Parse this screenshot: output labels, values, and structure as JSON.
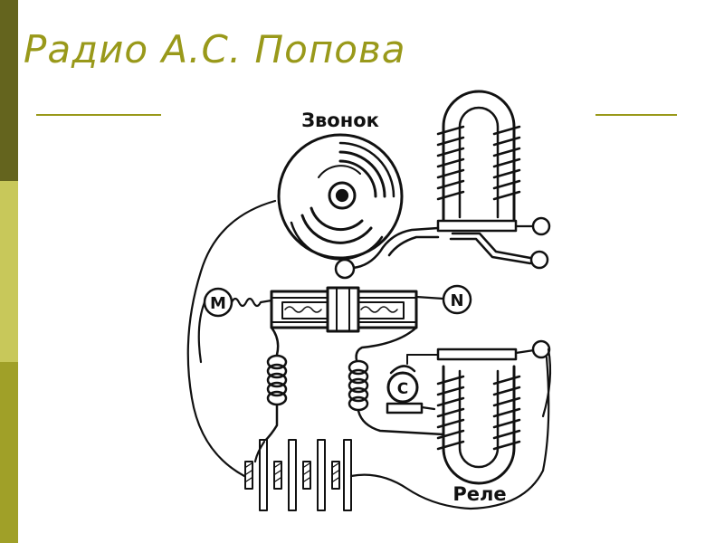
{
  "title": "Радио А.С. Попова",
  "labels": {
    "bell": "Звонок",
    "relay": "Реле",
    "terminal_m": "M",
    "terminal_n": "N",
    "terminal_c": "C"
  },
  "colors": {
    "accent": "#99991a",
    "stripe_dark": "#64641e",
    "stripe_light": "#c8c85a",
    "stripe_mid": "#a0a028",
    "ink": "#111111"
  }
}
